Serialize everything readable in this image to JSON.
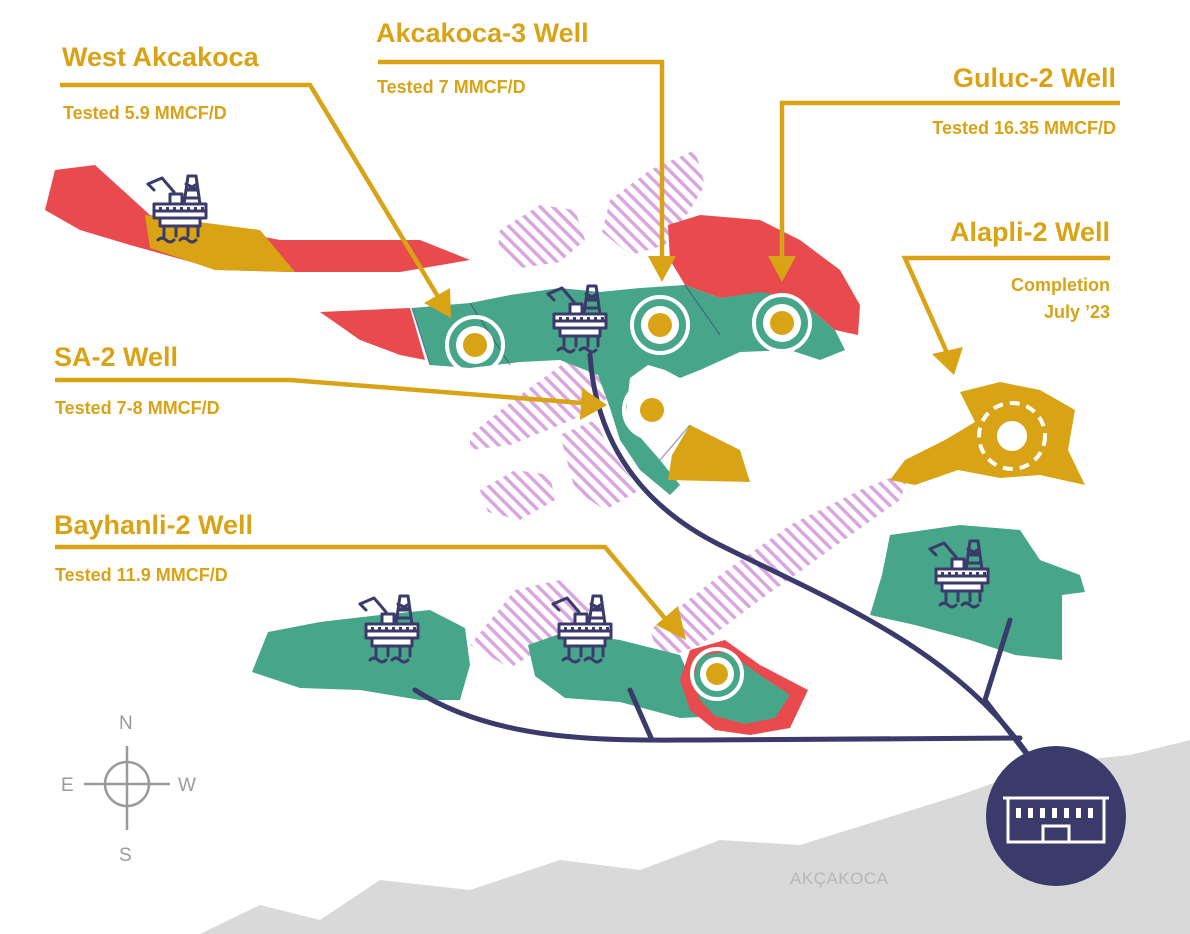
{
  "wells": [
    {
      "id": "west-akcakoca",
      "name": "West Akcakoca",
      "detail": "Tested 5.9 MMCF/D"
    },
    {
      "id": "akcakoca-3",
      "name": "Akcakoca-3 Well",
      "detail": "Tested 7 MMCF/D"
    },
    {
      "id": "guluc-2",
      "name": "Guluc-2 Well",
      "detail": "Tested 16.35 MMCF/D"
    },
    {
      "id": "alapli-2",
      "name": "Alapli-2 Well",
      "detail_line1": "Completion",
      "detail_line2": "July ’23"
    },
    {
      "id": "sa-2",
      "name": "SA-2 Well",
      "detail": "Tested 7-8 MMCF/D"
    },
    {
      "id": "bayhanli-2",
      "name": "Bayhanli-2 Well",
      "detail": "Tested 11.9 MMCF/D"
    }
  ],
  "compass": {
    "n": "N",
    "s": "S",
    "e": "E",
    "w": "W"
  },
  "town": "AKÇAKOCA",
  "colors": {
    "gold": "#d9a316",
    "red": "#e84a4e",
    "green": "#47a68a",
    "navy": "#3a3a6b",
    "hatch": "#d9a6df",
    "land": "#d9d9d9"
  },
  "icons": [
    "offshore-platform-icon",
    "well-target-icon",
    "processing-plant-icon",
    "compass-icon"
  ]
}
